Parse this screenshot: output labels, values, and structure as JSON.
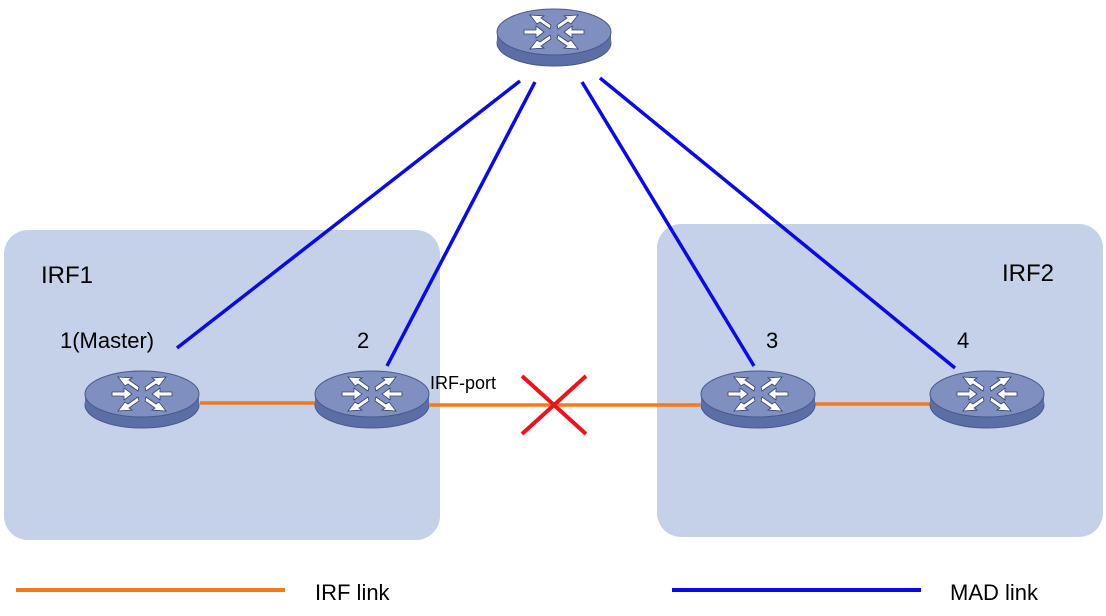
{
  "colors": {
    "irf_link": "#F07A1E",
    "mad_link": "#0B0BE0",
    "region_fill": "#C5D1E8",
    "device_top": "#7F8FC0",
    "device_side": "#5C6EA6",
    "device_edge": "#4A5A8E",
    "failure_mark": "#E8141E"
  },
  "regions": {
    "irf1": {
      "label": "IRF1"
    },
    "irf2": {
      "label": "IRF2"
    }
  },
  "devices": {
    "top_switch": {
      "label": "",
      "icon": "switch-icon"
    },
    "member1": {
      "label": "1(Master)",
      "icon": "switch-icon"
    },
    "member2": {
      "label": "2",
      "icon": "switch-icon"
    },
    "member3": {
      "label": "3",
      "icon": "switch-icon"
    },
    "member4": {
      "label": "4",
      "icon": "switch-icon"
    }
  },
  "port_label": "IRF-port",
  "failure_icon": "link-failure-x-icon",
  "legend": {
    "irf": {
      "label": "IRF link"
    },
    "mad": {
      "label": "MAD link"
    }
  }
}
